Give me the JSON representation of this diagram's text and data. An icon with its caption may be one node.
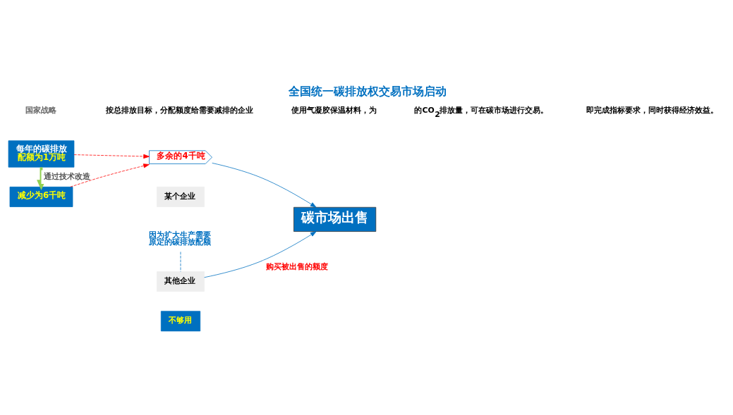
{
  "diagram": {
    "title": "全国统一碳排放权交易市场启动",
    "nodes": [
      {
        "text": [
          "某个企业"
        ]
      },
      {
        "text": [
          "每年的碳排放",
          "配额为1万吨"
        ]
      },
      {
        "text": [
          "减少为6千吨"
        ]
      },
      {
        "text": [
          "多余的4千吨"
        ]
      },
      {
        "text": [
          "碳市场出售"
        ]
      },
      {
        "text": [
          "因为扩大生产需要",
          "原定的碳排放配额"
        ]
      },
      {
        "text": [
          "不够用"
        ]
      },
      {
        "text": [
          "其他企业"
        ]
      }
    ],
    "edges": [
      {
        "from": 1,
        "to": 3,
        "arrow": "to",
        "style": "dashed",
        "color": "#ff0000"
      },
      {
        "from": 2,
        "to": 3,
        "arrow": "to",
        "style": "dashed",
        "color": "#ff0000"
      },
      {
        "from": 1,
        "to": 2,
        "arrow": "to",
        "label": "通过技术改造",
        "style": "thick",
        "color": "#92d050"
      },
      {
        "from": 3,
        "to": 4,
        "arrow": "to"
      },
      {
        "from": 7,
        "to": 4,
        "arrow": "to",
        "label": "购买被出售的额度"
      },
      {
        "from": 5,
        "to": 7,
        "arrow": "none",
        "style": "dashed"
      }
    ],
    "labels": [
      "国家战略",
      "按总排放目标，分配额度给需要减排的企业",
      "使用气凝胶保温材料，为",
      "的CO$_{2}$排放量，可在碳市场进行交易。",
      "即完成指标要求，同时获得经济效益。"
    ]
  }
}
